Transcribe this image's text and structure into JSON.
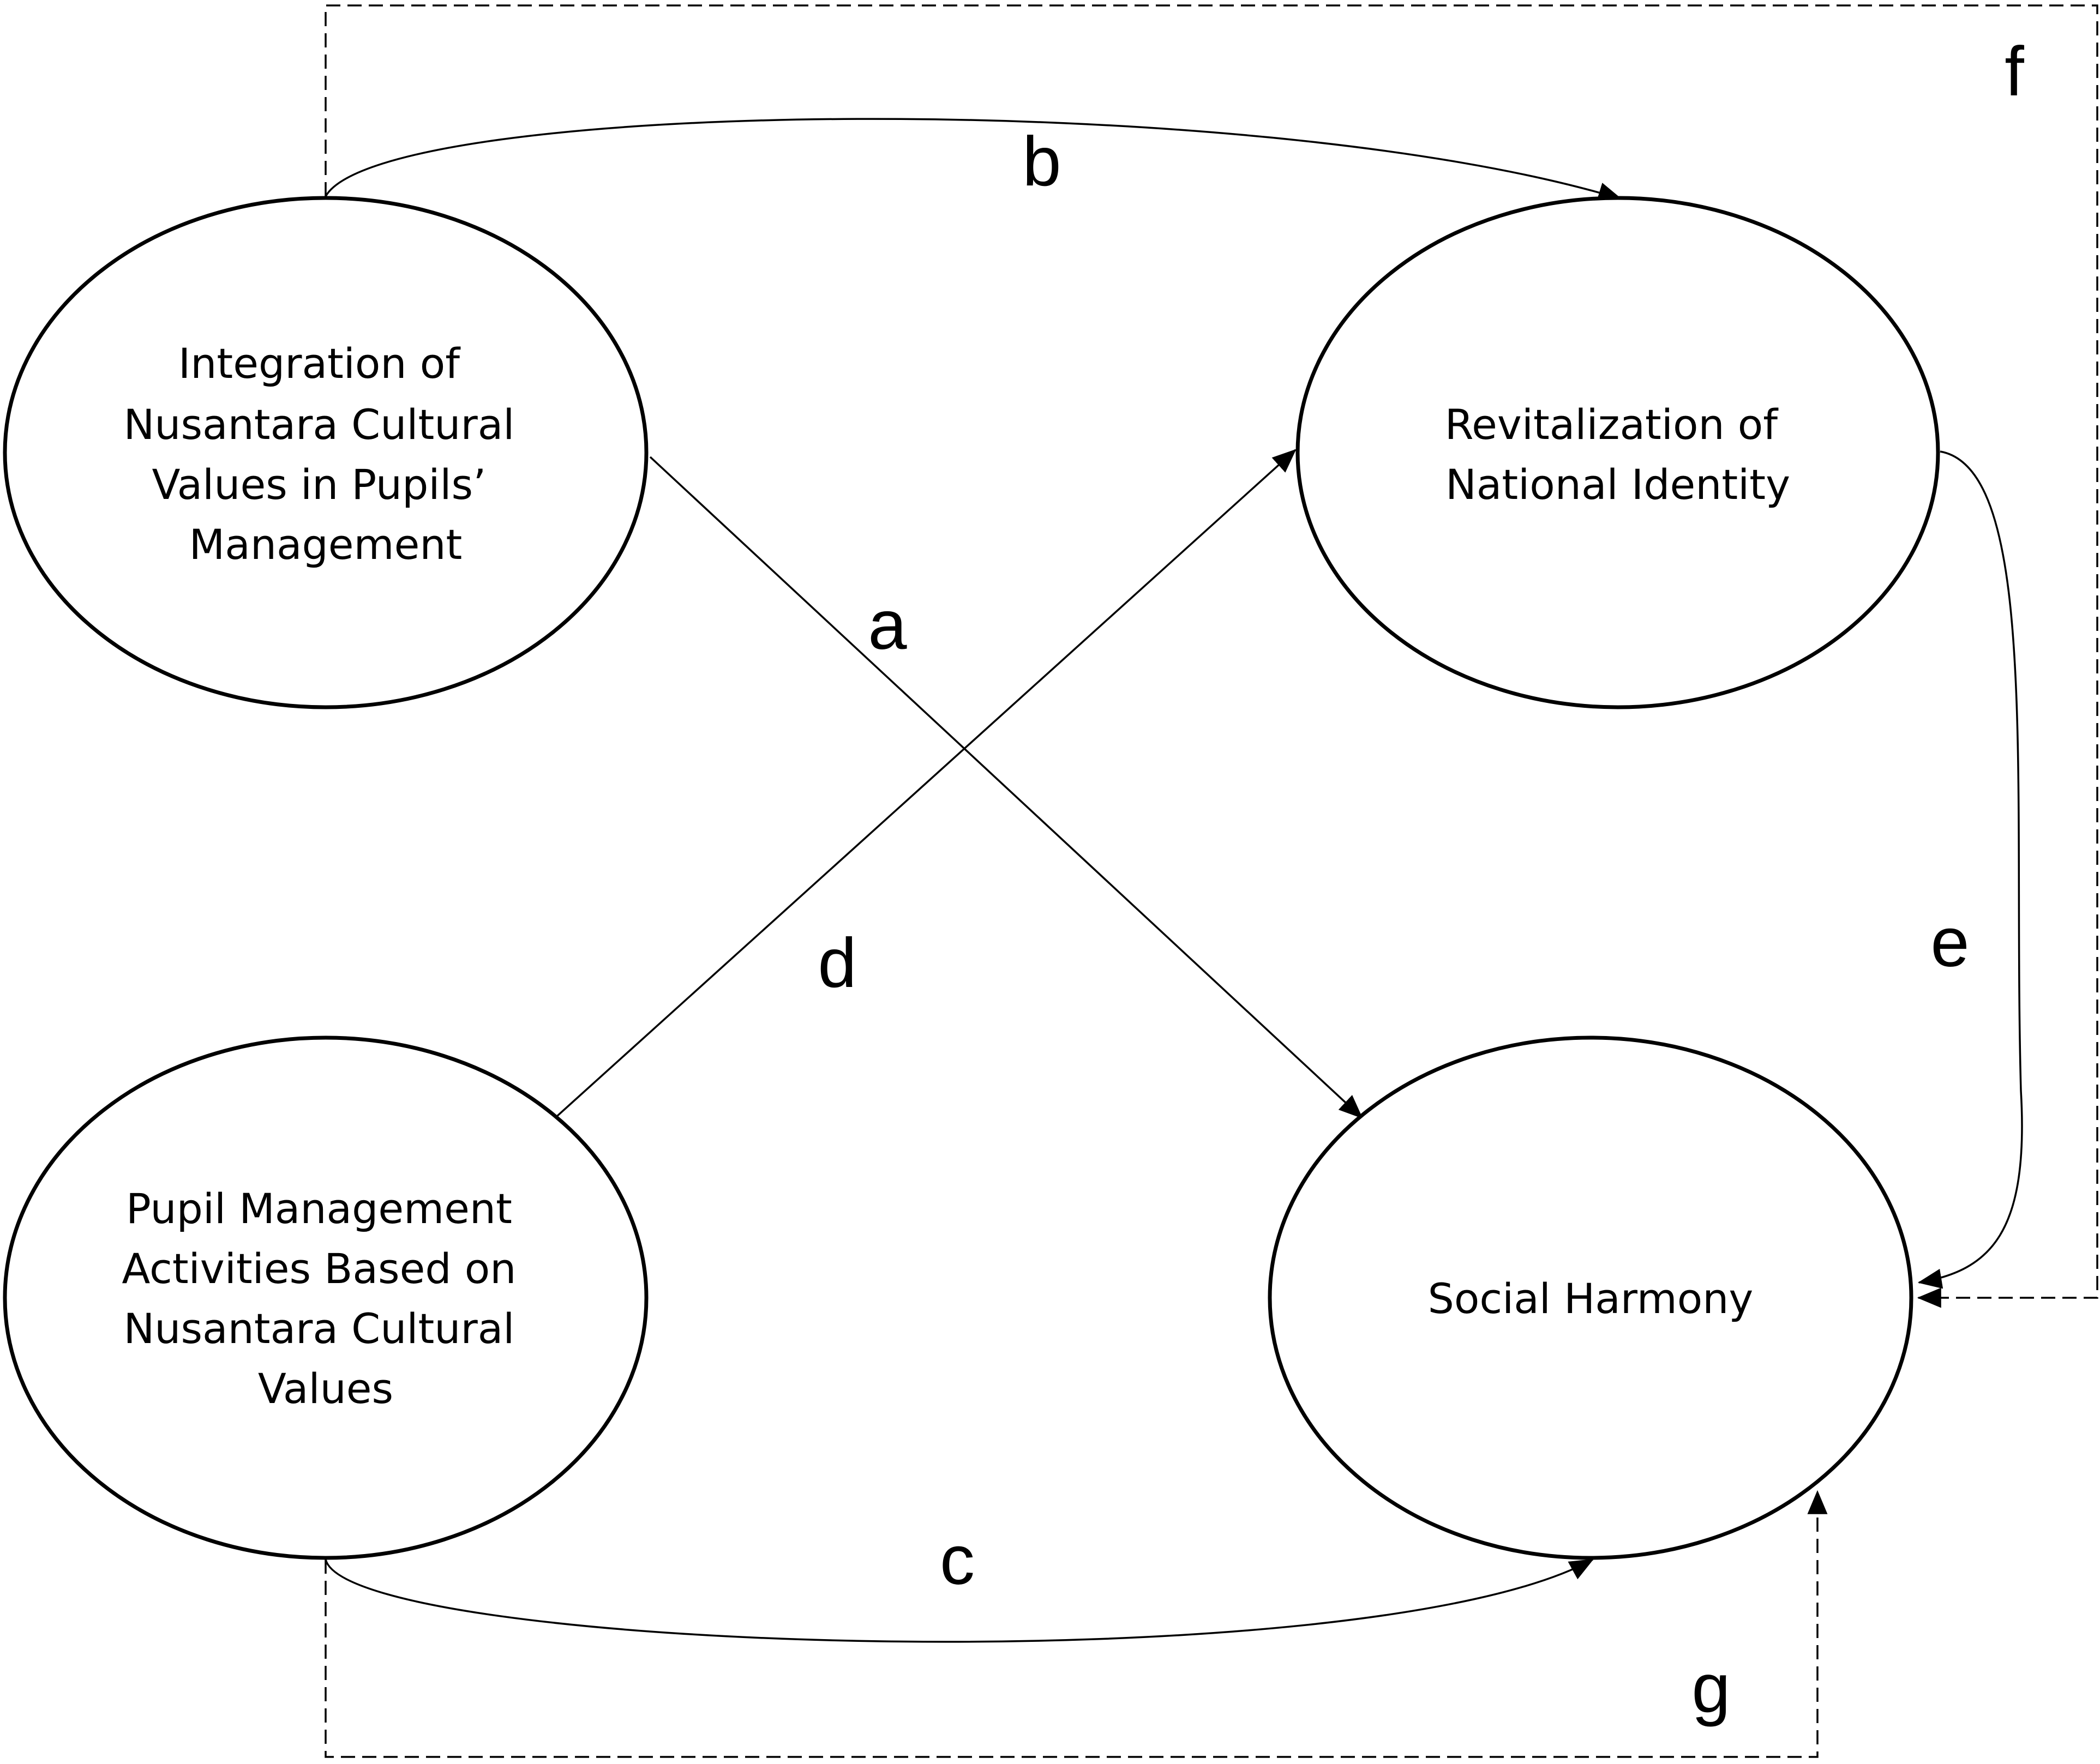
{
  "colors": {
    "stroke": "#000000",
    "background": "#ffffff"
  },
  "nodes": [
    {
      "id": "integration",
      "lines": [
        "Integration of",
        "Nusantara Cultural",
        "Values in Pupils’",
        "Management"
      ]
    },
    {
      "id": "revitalization",
      "lines": [
        "Revitalization of",
        "National Identity"
      ]
    },
    {
      "id": "pupil-activities",
      "lines": [
        "Pupil Management",
        "Activities Based on",
        "Nusantara Cultural",
        "Values"
      ]
    },
    {
      "id": "social-harmony",
      "lines": [
        "Social Harmony"
      ]
    }
  ],
  "edges": [
    {
      "label": "a",
      "from": "integration",
      "to": "social-harmony",
      "style": "solid"
    },
    {
      "label": "b",
      "from": "integration",
      "to": "revitalization",
      "style": "solid"
    },
    {
      "label": "c",
      "from": "pupil-activities",
      "to": "social-harmony",
      "style": "solid"
    },
    {
      "label": "d",
      "from": "pupil-activities",
      "to": "revitalization",
      "style": "solid"
    },
    {
      "label": "e",
      "from": "revitalization",
      "to": "social-harmony",
      "style": "solid"
    },
    {
      "label": "f",
      "from": "integration",
      "to": "social-harmony",
      "style": "dashed"
    },
    {
      "label": "g",
      "from": "pupil-activities",
      "to": "social-harmony",
      "style": "dashed"
    }
  ]
}
